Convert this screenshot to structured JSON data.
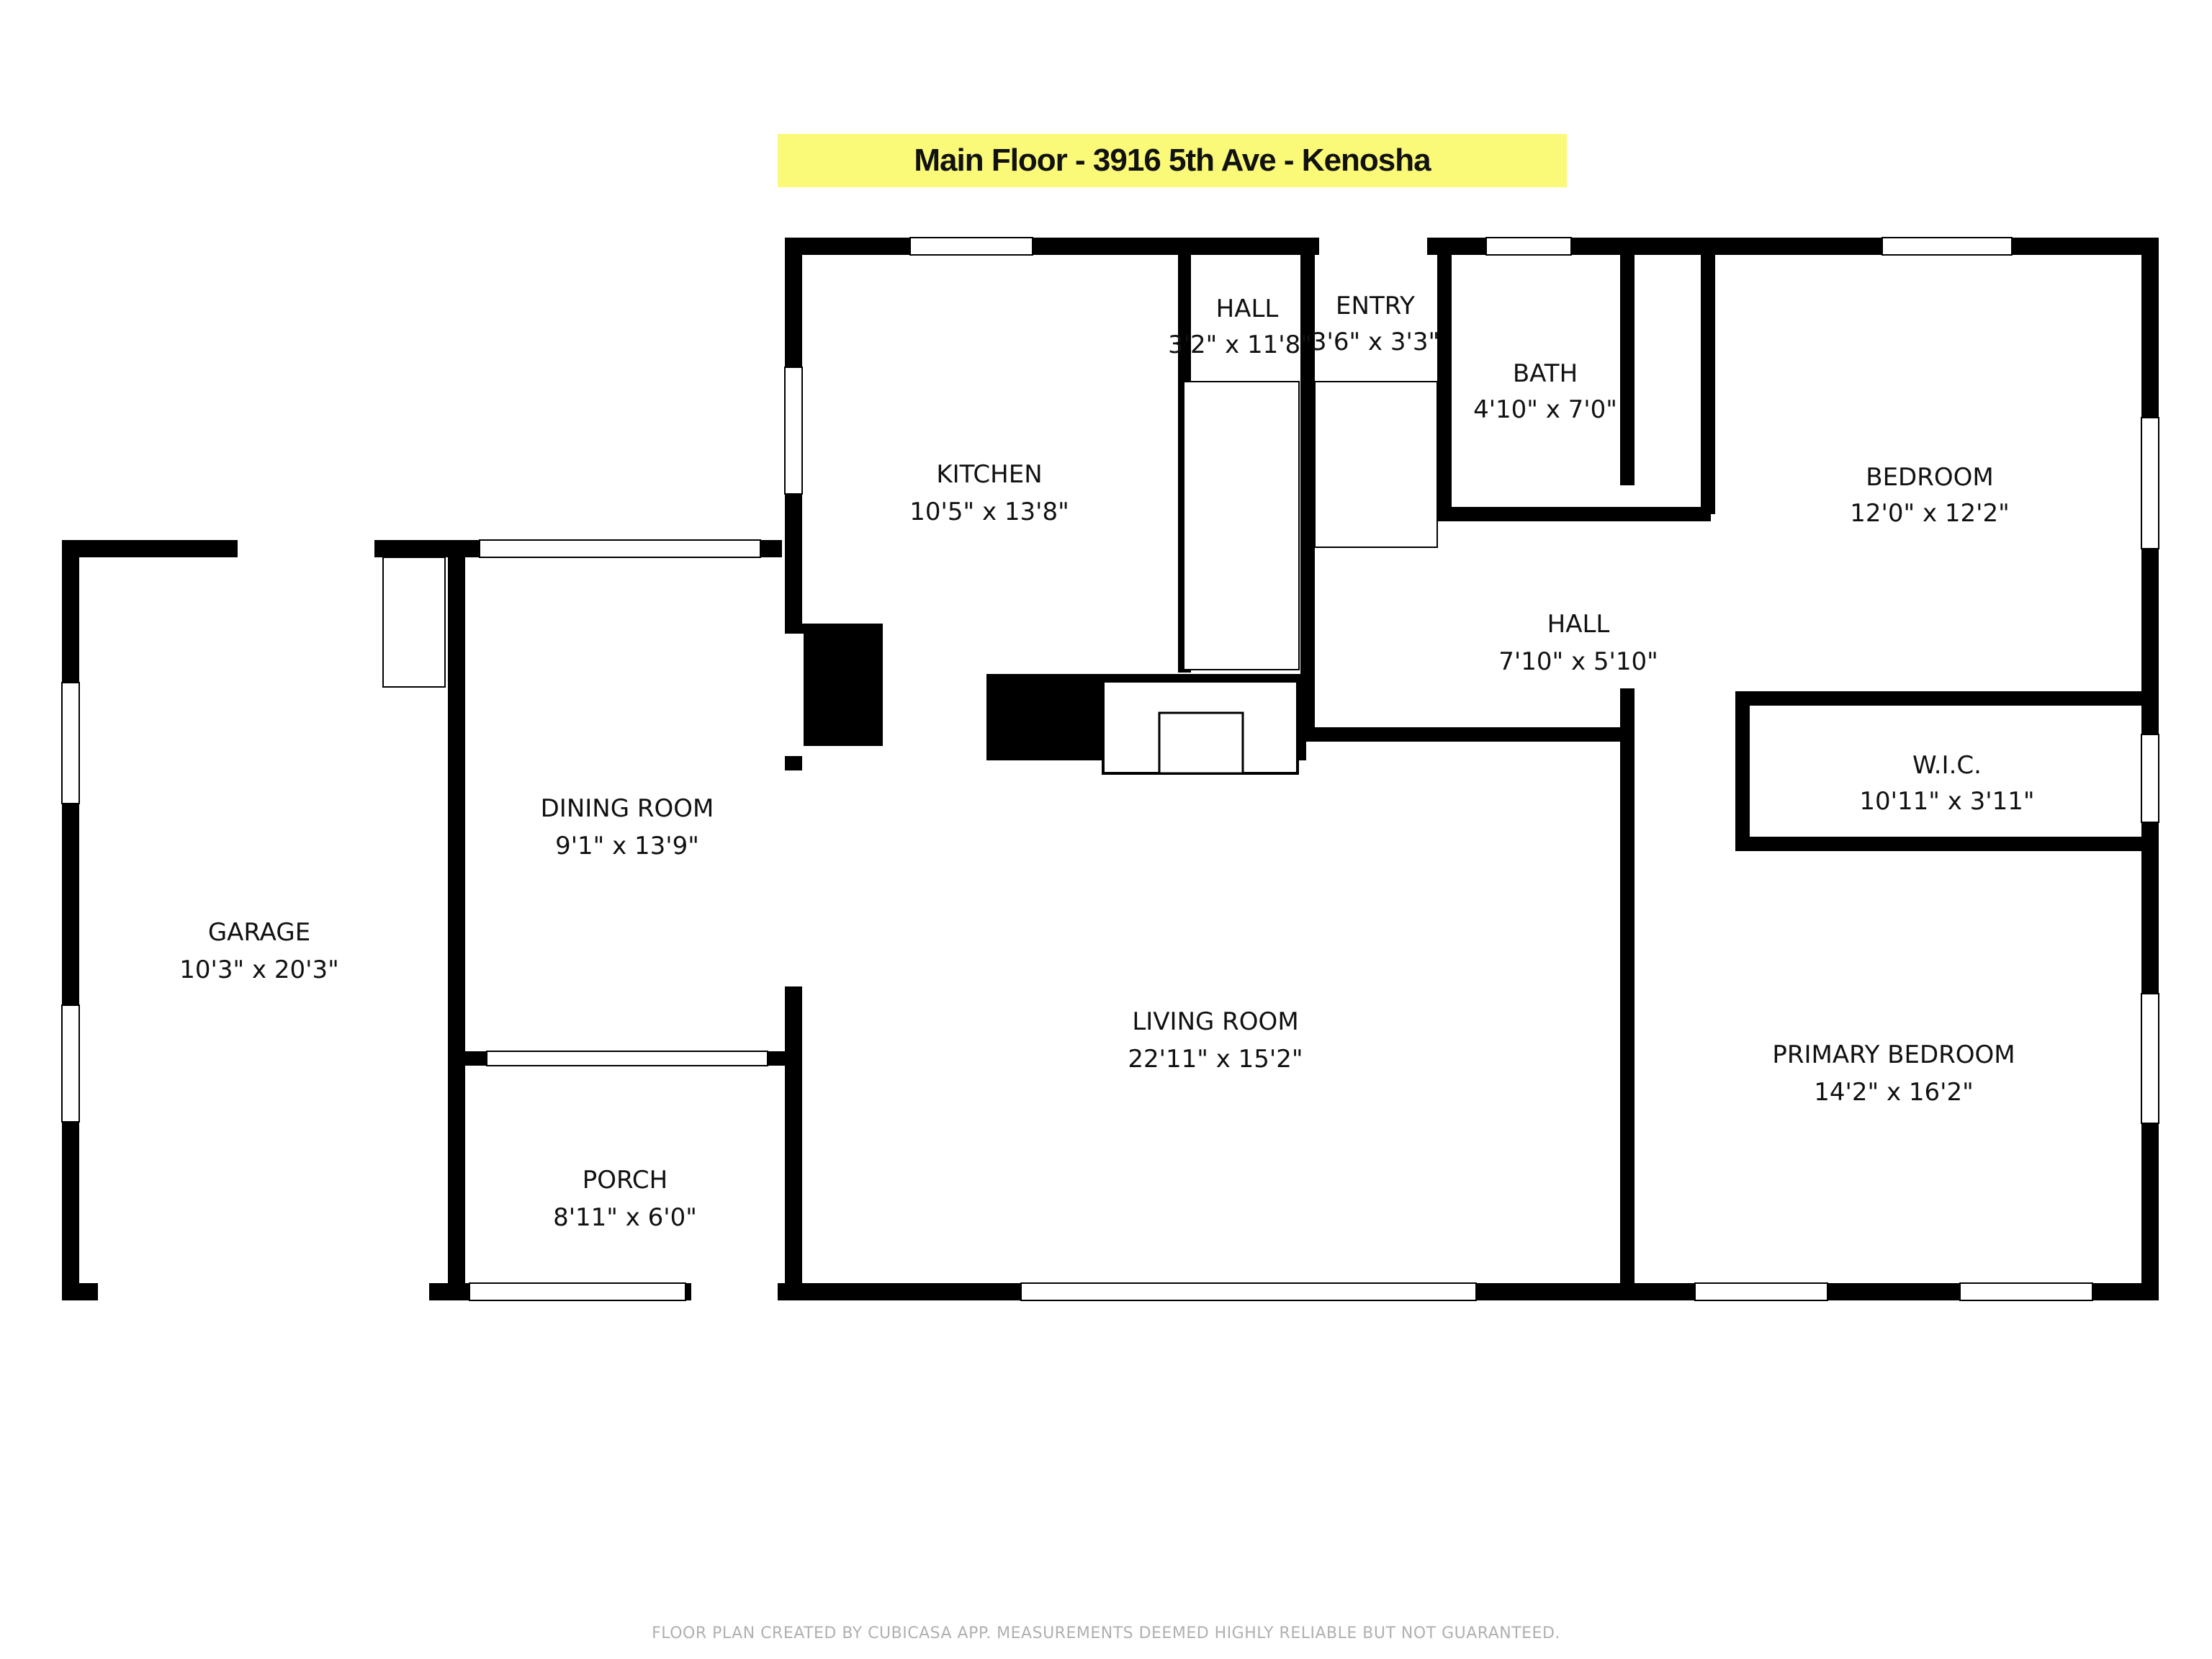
{
  "title": "Main Floor - 3916 5th Ave - Kenosha",
  "rooms": {
    "garage": {
      "name": "GARAGE",
      "size": "10'3\" x 20'3\""
    },
    "dining_room": {
      "name": "DINING ROOM",
      "size": "9'1\" x 13'9\""
    },
    "porch": {
      "name": "PORCH",
      "size": "8'11\" x 6'0\""
    },
    "kitchen": {
      "name": "KITCHEN",
      "size": "10'5\" x 13'8\""
    },
    "hall_upper": {
      "name": "HALL",
      "size": "3'2\" x 11'8\""
    },
    "entry": {
      "name": "ENTRY",
      "size": "3'6\" x 3'3\""
    },
    "bath": {
      "name": "BATH",
      "size": "4'10\" x 7'0\""
    },
    "bedroom": {
      "name": "BEDROOM",
      "size": "12'0\" x 12'2\""
    },
    "hall_lower": {
      "name": "HALL",
      "size": "7'10\" x 5'10\""
    },
    "wic": {
      "name": "W.I.C.",
      "size": "10'11\" x 3'11\""
    },
    "living_room": {
      "name": "LIVING ROOM",
      "size": "22'11\" x 15'2\""
    },
    "primary_bedroom": {
      "name": "PRIMARY BEDROOM",
      "size": "14'2\" x 16'2\""
    }
  },
  "footer": "FLOOR PLAN CREATED BY CUBICASA APP. MEASUREMENTS DEEMED HIGHLY RELIABLE BUT NOT GUARANTEED.",
  "colors": {
    "banner": "#fafa78",
    "walls": "#000000",
    "footer_text": "#b0b0b0"
  }
}
